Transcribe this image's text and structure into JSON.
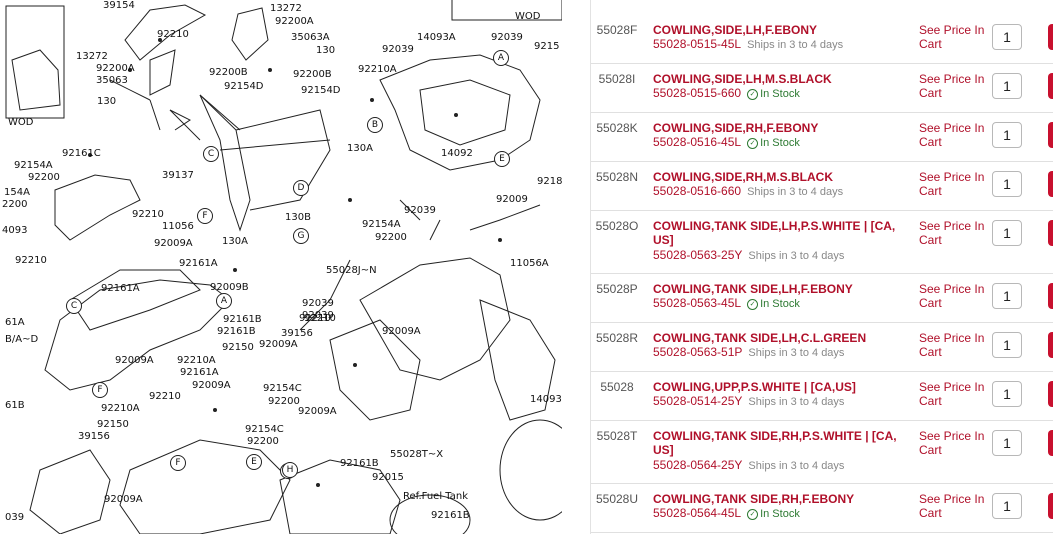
{
  "diagram": {
    "labels": [
      "39154",
      "13272",
      "92200A",
      "35063A",
      "130",
      "92210",
      "13272",
      "92200A",
      "35063",
      "92200B",
      "92154D",
      "92200B",
      "92154D",
      "130",
      "92039",
      "14093A",
      "92039",
      "9215",
      "92210A",
      "92161C",
      "92154A",
      "92200",
      "154A",
      "2200",
      "4093",
      "92210",
      "92210",
      "11056",
      "92009A",
      "92161A",
      "92210",
      "130A",
      "92009B",
      "92161A",
      "92039",
      "14092",
      "39137",
      "130A",
      "92009",
      "9218",
      "92039",
      "92154A",
      "92200",
      "11056A",
      "130B",
      "55028J~N",
      "92039",
      "92210",
      "39156",
      "92009A",
      "92009A",
      "92161B",
      "92161B",
      "92150",
      "92009A",
      "92210A",
      "92161A",
      "92009A",
      "92154C",
      "92200",
      "92009A",
      "92210",
      "92210A",
      "92150",
      "39156",
      "92154C",
      "92200",
      "92161B",
      "92015",
      "92161B",
      "Ref.Fuel Tank",
      "92009A",
      "55028T~X",
      "14093",
      "61A",
      "B/A~D",
      "61B",
      "039",
      "WOD",
      "WOD"
    ],
    "callouts": [
      "A",
      "B",
      "C",
      "D",
      "E",
      "F",
      "G",
      "A",
      "C",
      "F",
      "E",
      "F",
      "G",
      "H"
    ]
  },
  "parts": [
    {
      "ref": "55028F",
      "name": "COWLING,SIDE,LH,F.EBONY",
      "number": "55028-0515-45L",
      "status": "Ships in 3 to 4 days",
      "in_stock": false,
      "price": "See Price In Cart",
      "qty": "1"
    },
    {
      "ref": "55028I",
      "name": "COWLING,SIDE,LH,M.S.BLACK",
      "number": "55028-0515-660",
      "status": "In Stock",
      "in_stock": true,
      "price": "See Price In Cart",
      "qty": "1"
    },
    {
      "ref": "55028K",
      "name": "COWLING,SIDE,RH,F.EBONY",
      "number": "55028-0516-45L",
      "status": "In Stock",
      "in_stock": true,
      "price": "See Price In Cart",
      "qty": "1"
    },
    {
      "ref": "55028N",
      "name": "COWLING,SIDE,RH,M.S.BLACK",
      "number": "55028-0516-660",
      "status": "Ships in 3 to 4 days",
      "in_stock": false,
      "price": "See Price In Cart",
      "qty": "1"
    },
    {
      "ref": "55028O",
      "name": "COWLING,TANK SIDE,LH,P.S.WHITE | [CA, US]",
      "number": "55028-0563-25Y",
      "status": "Ships in 3 to 4 days",
      "in_stock": false,
      "price": "See Price In Cart",
      "qty": "1"
    },
    {
      "ref": "55028P",
      "name": "COWLING,TANK SIDE,LH,F.EBONY",
      "number": "55028-0563-45L",
      "status": "In Stock",
      "in_stock": true,
      "price": "See Price In Cart",
      "qty": "1"
    },
    {
      "ref": "55028R",
      "name": "COWLING,TANK SIDE,LH,C.L.GREEN",
      "number": "55028-0563-51P",
      "status": "Ships in 3 to 4 days",
      "in_stock": false,
      "price": "See Price In Cart",
      "qty": "1"
    },
    {
      "ref": "55028",
      "name": "COWLING,UPP,P.S.WHITE | [CA,US]",
      "number": "55028-0514-25Y",
      "status": "Ships in 3 to 4 days",
      "in_stock": false,
      "price": "See Price In Cart",
      "qty": "1"
    },
    {
      "ref": "55028T",
      "name": "COWLING,TANK SIDE,RH,P.S.WHITE | [CA, US]",
      "number": "55028-0564-25Y",
      "status": "Ships in 3 to 4 days",
      "in_stock": false,
      "price": "See Price In Cart",
      "qty": "1"
    },
    {
      "ref": "55028U",
      "name": "COWLING,TANK SIDE,RH,F.EBONY",
      "number": "55028-0564-45L",
      "status": "In Stock",
      "in_stock": true,
      "price": "See Price In Cart",
      "qty": "1"
    }
  ],
  "colors": {
    "accent": "#b0102a",
    "button": "#c8102e",
    "in_stock": "#2d7a32"
  },
  "icons": {
    "in_stock": "check-circle-icon"
  }
}
